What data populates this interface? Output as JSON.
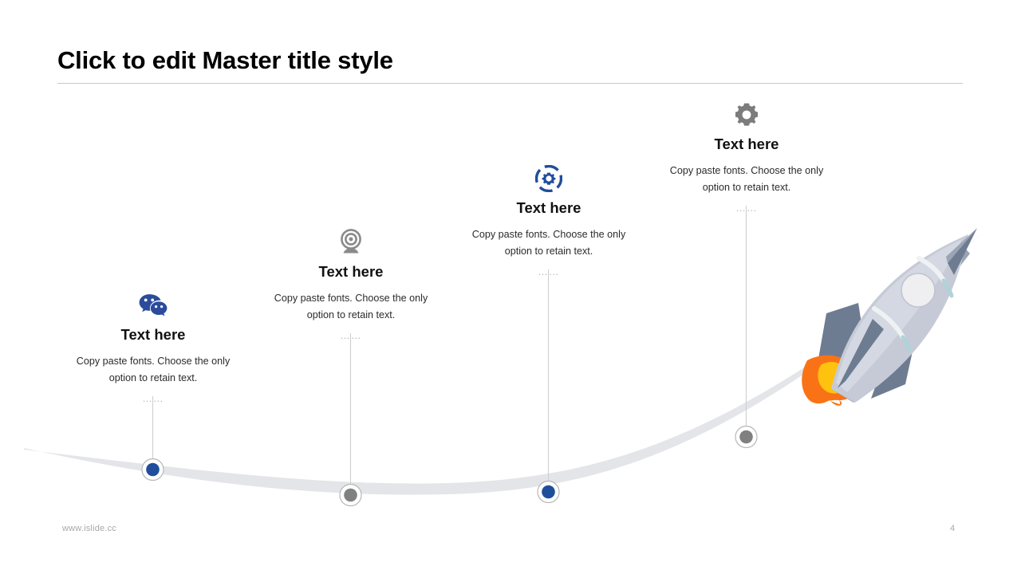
{
  "slide": {
    "title": "Click to edit Master title style",
    "footer_url": "www.islide.cc",
    "page_number": "4"
  },
  "colors": {
    "accent_blue": "#1F4E9C",
    "marker_gray": "#808080",
    "curve_gray": "#E3E5E9",
    "rocket_body": "#C5CAD6",
    "rocket_fin": "#6E7C91",
    "flame_outer": "#F97316",
    "flame_inner": "#FFC20E",
    "title_black": "#000000"
  },
  "milestones": [
    {
      "icon": "wechat-icon",
      "icon_color": "#2B4C9B",
      "title": "Text here",
      "line1": "Copy paste fonts. Choose the",
      "line2": "only option to retain text.",
      "dots": "……",
      "marker_color": "#1F4E9C"
    },
    {
      "icon": "webcam-icon",
      "icon_color": "#8A8A8A",
      "title": "Text here",
      "line1": "Copy paste fonts. Choose the",
      "line2": "only option to retain text.",
      "dots": "……",
      "marker_color": "#808080"
    },
    {
      "icon": "gear-in-circle-icon",
      "icon_color": "#1F4E9C",
      "title": "Text here",
      "line1": "Copy paste fonts. Choose the",
      "line2": "only option to retain text.",
      "dots": "……",
      "marker_color": "#1F4E9C"
    },
    {
      "icon": "gear-icon",
      "icon_color": "#7C7C7C",
      "title": "Text here",
      "line1": "Copy paste fonts. Choose the",
      "line2": "only option to retain text.",
      "dots": "……",
      "marker_color": "#808080"
    }
  ],
  "graphic": {
    "name": "rocket-illustration",
    "curve_name": "growth-curve"
  }
}
